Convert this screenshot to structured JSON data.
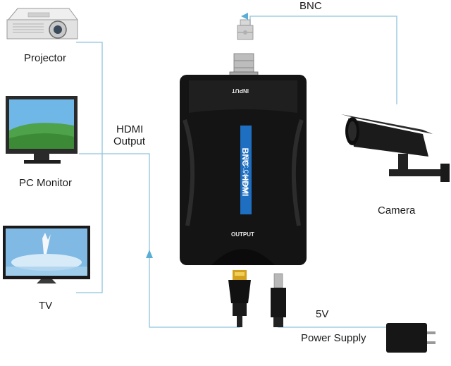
{
  "devices": {
    "projector": "Projector",
    "pc_monitor": "PC Monitor",
    "tv": "TV",
    "camera": "Camera",
    "power_supply": "Power Supply"
  },
  "signals": {
    "bnc": "BNC",
    "hdmi_output": [
      "HDMI",
      "Output"
    ],
    "voltage": "5V"
  },
  "converter": {
    "input_label": "INPUT",
    "output_label": "OUTPUT",
    "title": "BNC→HDMI",
    "subtitle": "BNC Converter"
  },
  "colors": {
    "line": "#8fc3dc",
    "arrow": "#5aaed6",
    "device_body": "#141414",
    "label_strip": "#1e6fc2",
    "monitor_screen": "#4ea24a",
    "tv_screen": "#7fb9e4"
  },
  "icons": [
    "projector-icon",
    "pc-monitor-icon",
    "tv-icon",
    "camera-icon",
    "bnc-connector-icon",
    "hdmi-plug-icon",
    "dc-plug-icon",
    "power-adapter-icon"
  ]
}
